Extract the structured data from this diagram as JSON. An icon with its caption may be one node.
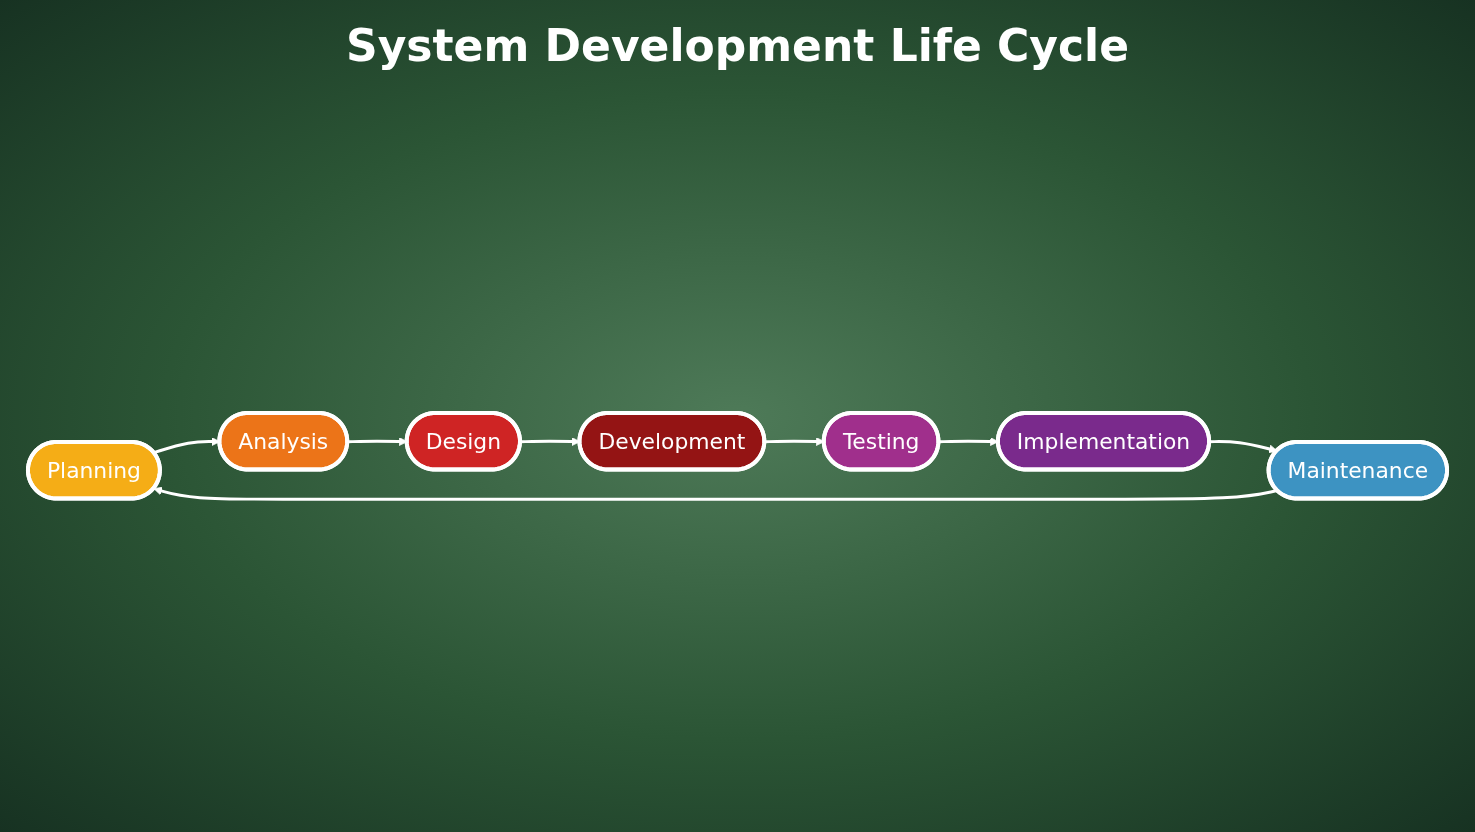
{
  "diagram": {
    "title": "System Development Life Cycle",
    "nodes": [
      {
        "text": [
          "Planning"
        ]
      },
      {
        "text": [
          "Analysis"
        ]
      },
      {
        "text": [
          "Design"
        ]
      },
      {
        "text": [
          "Development"
        ]
      },
      {
        "text": [
          "Testing"
        ]
      },
      {
        "text": [
          "Implementation"
        ]
      },
      {
        "text": [
          "Maintenance"
        ]
      }
    ],
    "edges": [
      {
        "from": 0,
        "to": 1,
        "arrow": "to"
      },
      {
        "from": 1,
        "to": 2,
        "arrow": "to"
      },
      {
        "from": 2,
        "to": 3,
        "arrow": "to"
      },
      {
        "from": 3,
        "to": 4,
        "arrow": "to"
      },
      {
        "from": 4,
        "to": 5,
        "arrow": "to"
      },
      {
        "from": 5,
        "to": 6,
        "arrow": "to"
      },
      {
        "from": 6,
        "to": 0,
        "arrow": "to"
      }
    ]
  }
}
